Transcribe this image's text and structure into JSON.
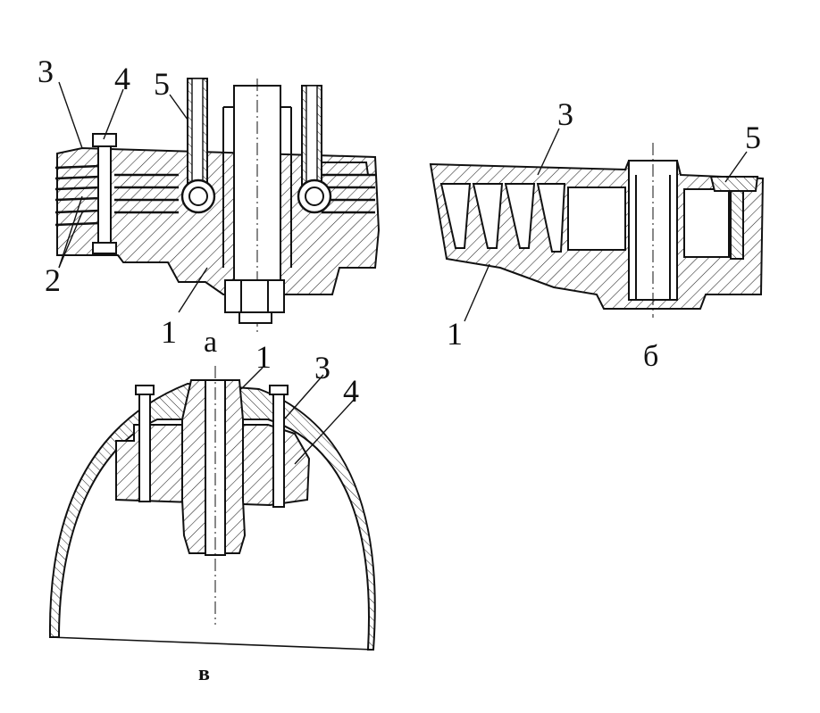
{
  "figure_a": {
    "caption": "а",
    "labels": {
      "l3": "3",
      "l4": "4",
      "l5": "5",
      "l2": "2",
      "l1": "1"
    }
  },
  "figure_b": {
    "caption": "б",
    "labels": {
      "l3": "3",
      "l5": "5",
      "l1": "1"
    }
  },
  "figure_c": {
    "caption": "в",
    "labels": {
      "l1": "1",
      "l3": "3",
      "l4": "4"
    }
  }
}
